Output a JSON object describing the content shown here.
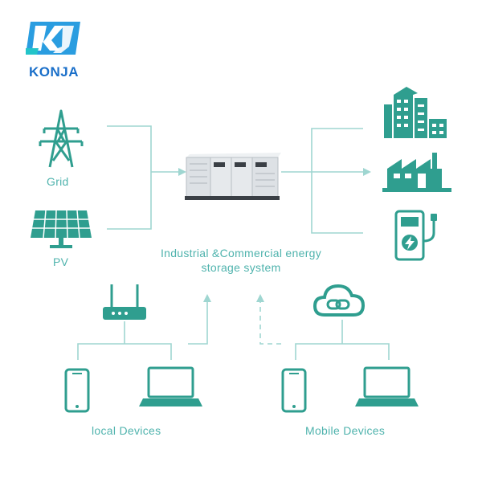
{
  "brand": {
    "name": "KONJA",
    "logo_letters": "KJ",
    "logo_color": "#2a9de0"
  },
  "system": {
    "title_line1": "Industrial &Commercial energy",
    "title_line2": "storage system"
  },
  "sources": {
    "grid_label": "Grid",
    "pv_label": "PV"
  },
  "devices": {
    "local_label": "local Devices",
    "mobile_label": "Mobile Devices"
  },
  "consumers": [
    "office-building",
    "factory",
    "ev-charger"
  ],
  "colors": {
    "accent": "#2f9e8f",
    "line": "#9fd6d1",
    "label": "#4fb3ad"
  }
}
